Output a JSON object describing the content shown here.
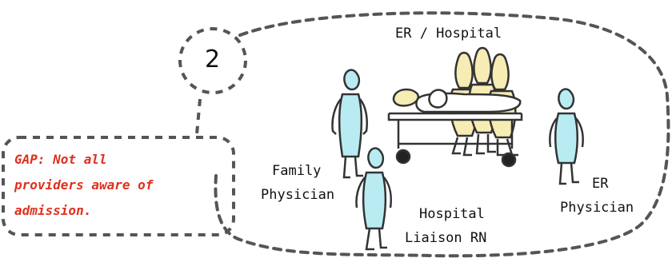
{
  "step_number": "2",
  "location_label": "ER / Hospital",
  "gap_note": {
    "lines": [
      "GAP: Not all",
      "providers aware of",
      "admission."
    ]
  },
  "people": {
    "family_physician": [
      "Family",
      "Physician"
    ],
    "hospital_liaison_rn": [
      "Hospital",
      "Liaison RN"
    ],
    "er_physician": [
      "ER",
      "Physician"
    ]
  },
  "colors": {
    "figure_fill": "#b8ecf2",
    "staff_fill": "#f6ecb4",
    "gap_text": "#e0301e",
    "outline": "#333333"
  }
}
